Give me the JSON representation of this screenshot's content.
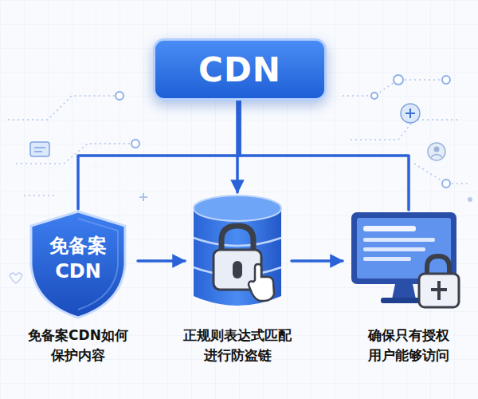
{
  "diagram": {
    "nodes": [
      {
        "text": [
          "CDN"
        ]
      },
      {
        "text": [
          "免备案 CDN",
          "免备案CDN如何 保护内容"
        ]
      },
      {
        "text": [
          "正规则表达式匹配 进行防盗链"
        ]
      },
      {
        "text": [
          "确保只有授权 用户能够访问"
        ]
      }
    ],
    "edges": [
      {
        "from": 0,
        "to": 1,
        "arrow": "none"
      },
      {
        "from": 0,
        "to": 2,
        "arrow": "to"
      },
      {
        "from": 0,
        "to": 3,
        "arrow": "none"
      },
      {
        "from": 1,
        "to": 2,
        "arrow": "to"
      },
      {
        "from": 2,
        "to": 3,
        "arrow": "to"
      }
    ]
  }
}
